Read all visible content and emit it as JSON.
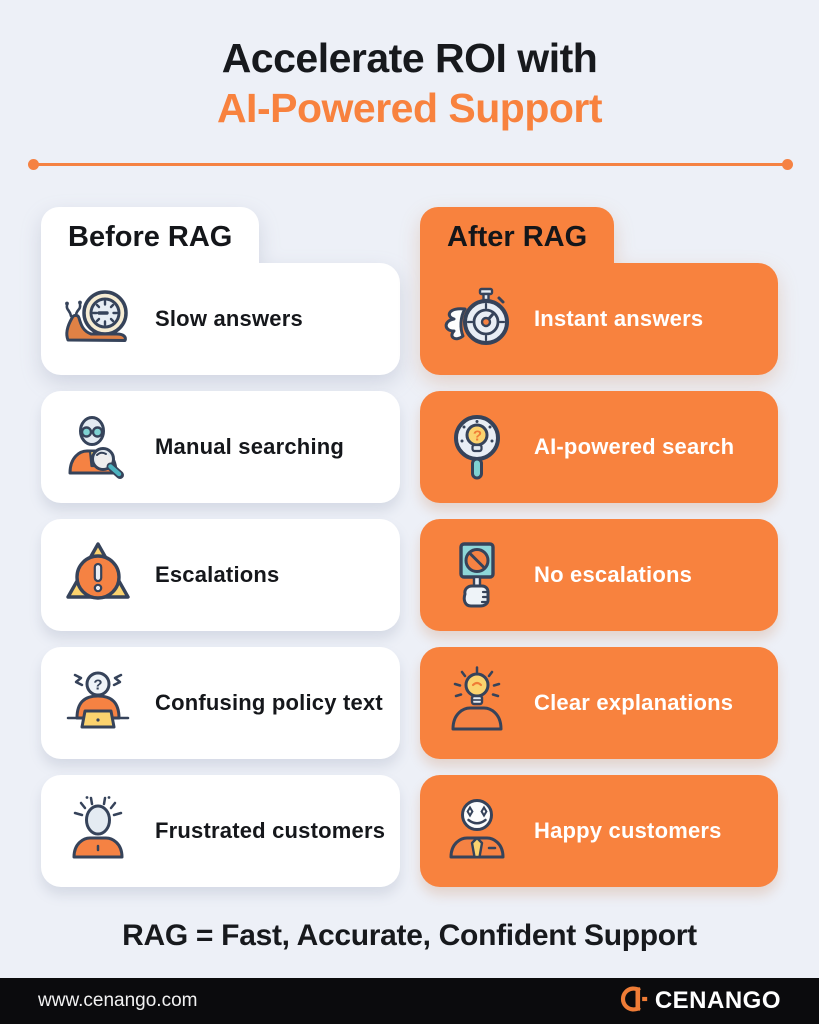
{
  "title": {
    "line1": "Accelerate ROI with",
    "line2": "AI-Powered Support"
  },
  "before": {
    "header": "Before RAG",
    "items": [
      {
        "label": "Slow answers",
        "icon": "snail-clock-icon"
      },
      {
        "label": "Manual searching",
        "icon": "person-magnifier-icon"
      },
      {
        "label": "Escalations",
        "icon": "warning-exclamation-icon"
      },
      {
        "label": "Confusing policy text",
        "icon": "confused-laptop-icon"
      },
      {
        "label": "Frustrated customers",
        "icon": "frustrated-person-icon"
      }
    ]
  },
  "after": {
    "header": "After RAG",
    "items": [
      {
        "label": "Instant answers",
        "icon": "speed-stopwatch-icon"
      },
      {
        "label": "AI-powered search",
        "icon": "bulb-magnifier-icon"
      },
      {
        "label": "No escalations",
        "icon": "no-sign-icon"
      },
      {
        "label": "Clear explanations",
        "icon": "idea-person-icon"
      },
      {
        "label": "Happy customers",
        "icon": "happy-person-icon"
      }
    ]
  },
  "tagline": "RAG = Fast, Accurate, Confident Support",
  "footer": {
    "website": "www.cenango.com",
    "brand": "CENANGO"
  },
  "colors": {
    "accent_orange": "#F8823E",
    "background": "#EDF0F7",
    "card_white": "#FFFFFF",
    "footer_bg": "#0B0B0D",
    "text_dark": "#17191D",
    "text_white": "#FFFFFF",
    "icon_outline": "#36435A",
    "icon_teal": "#7FD2D2",
    "icon_yellow": "#FBD36E"
  }
}
